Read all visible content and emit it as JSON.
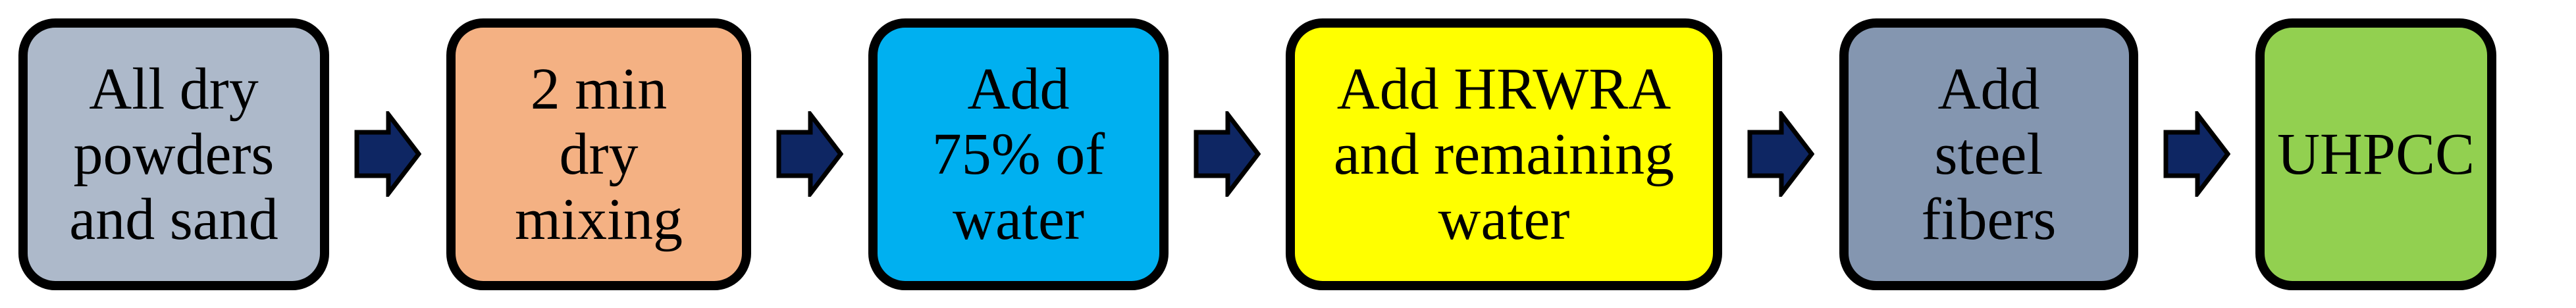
{
  "steps": [
    {
      "label": "All dry\npowders\nand sand",
      "color": "#adb9ca"
    },
    {
      "label": "2 min\ndry\nmixing",
      "color": "#f4b183"
    },
    {
      "label": "Add\n75% of\nwater",
      "color": "#00b0f0"
    },
    {
      "label": "Add HRWRA\nand remaining\nwater",
      "color": "#ffff00"
    },
    {
      "label": "Add\nsteel\nfibers",
      "color": "#8496b0"
    },
    {
      "label": "UHPCC",
      "color": "#92d050"
    }
  ],
  "arrow": {
    "color": "#0e2663",
    "outline": "#000000",
    "direction": "right"
  }
}
